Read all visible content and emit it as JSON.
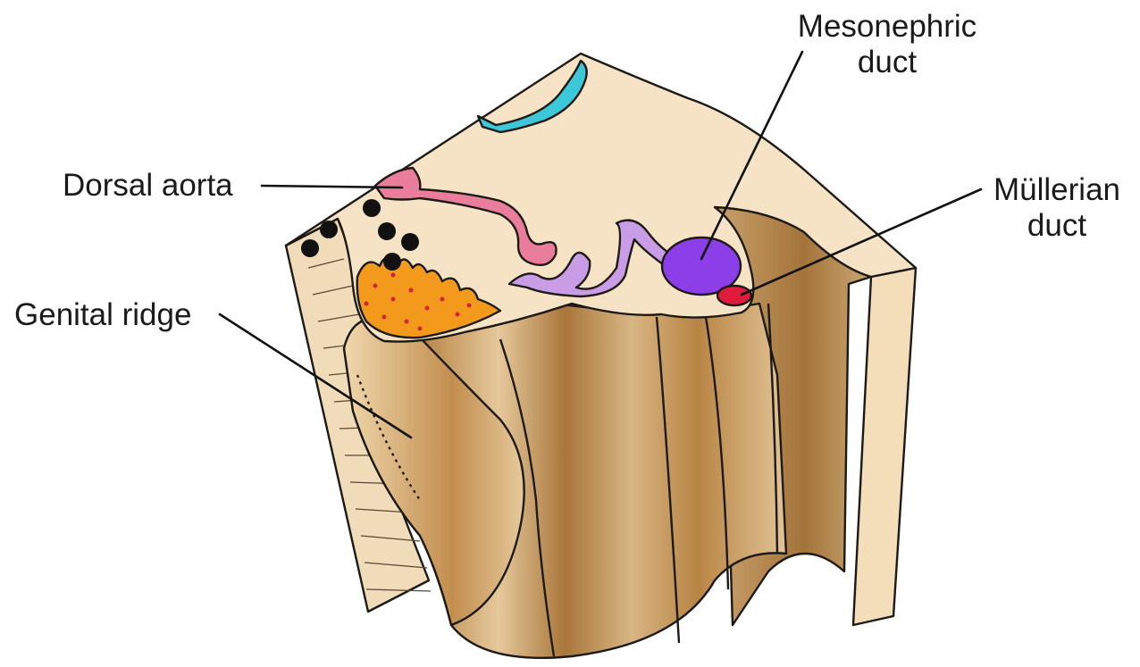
{
  "labels": {
    "dorsal_aorta": "Dorsal aorta",
    "genital_ridge": "Genital ridge",
    "mesonephric_duct": "Mesonephric\nduct",
    "mullerian_duct": "Müllerian\nduct"
  },
  "colors": {
    "tissue_surface": "#f6e3c6",
    "tissue_body": "#c99a5e",
    "tissue_dark": "#a87838",
    "dorsal_aorta": "#ea7d9c",
    "mesonephric_tubules": "#c99ce6",
    "mesonephric_duct": "#8c3ee8",
    "mullerian_duct": "#e01c3c",
    "genital_ridge_core": "#f39a1c",
    "neural_tube": "#3cc8d8",
    "germ_cells": "#111111"
  }
}
